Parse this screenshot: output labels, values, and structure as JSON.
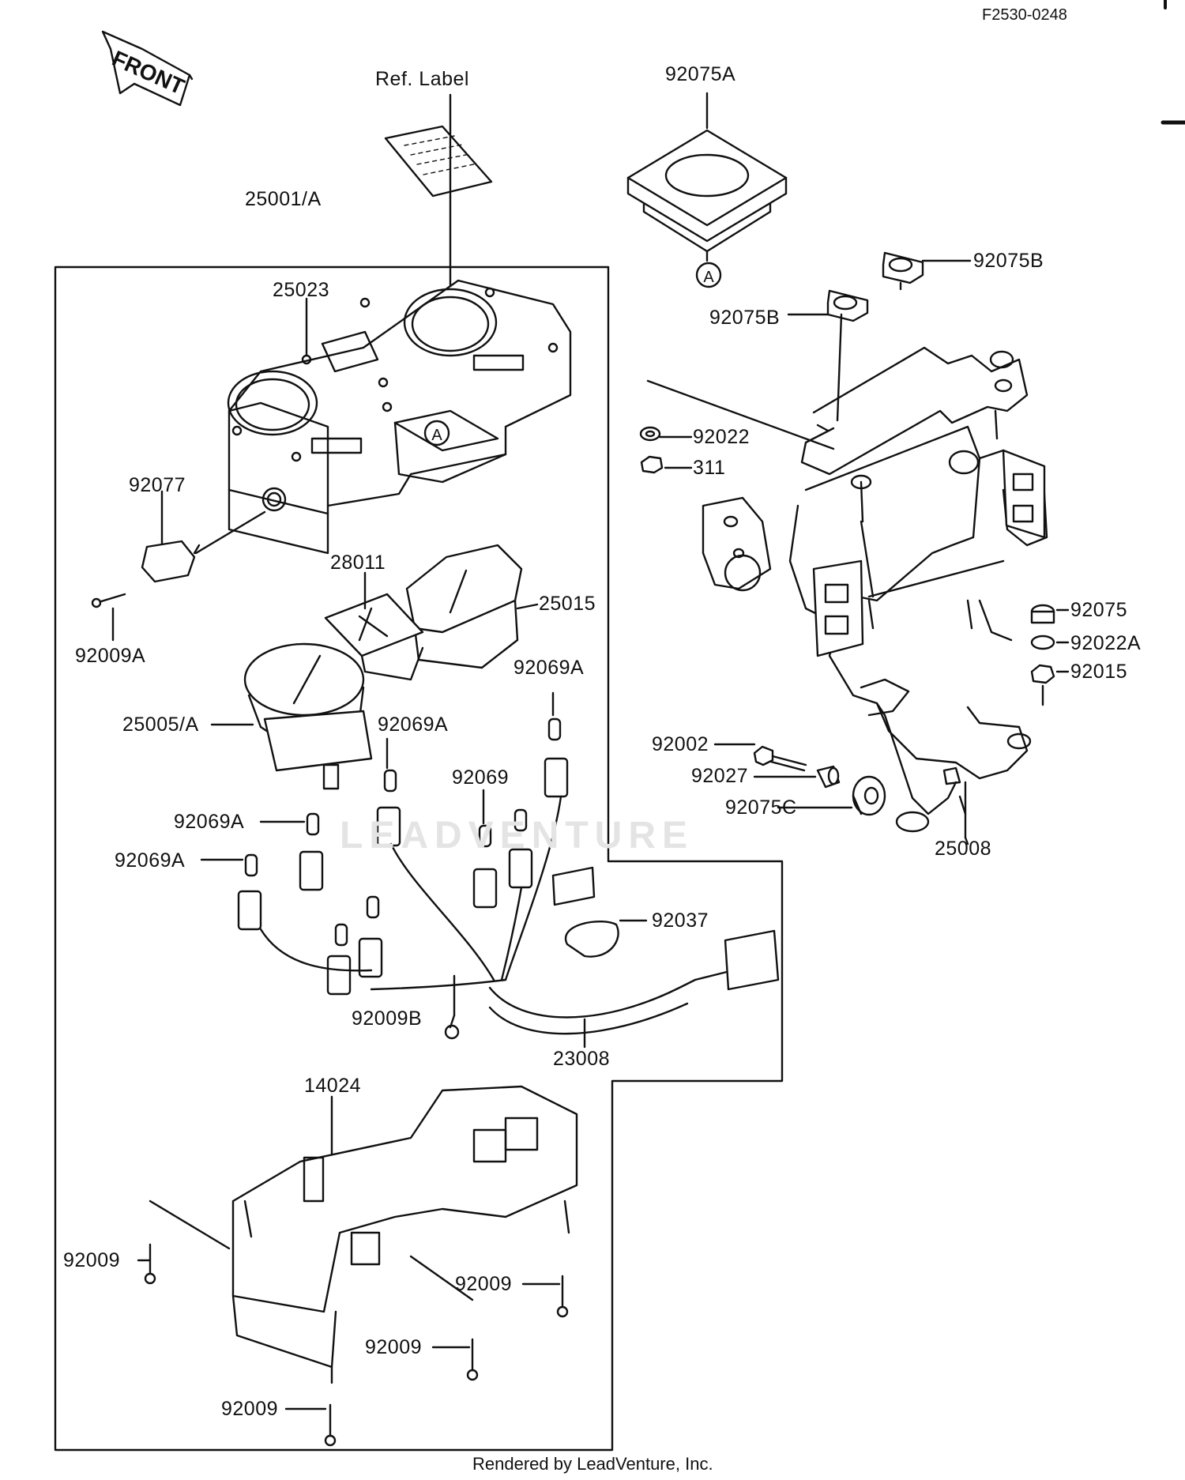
{
  "diagram_code": "F2530-0248",
  "front_label": "FRONT",
  "ref_label": "Ref. Label",
  "watermark": "LEADVENTURE",
  "footer": "Rendered by LeadVenture, Inc.",
  "callout_a": "A",
  "parts": {
    "p25001A": "25001/A",
    "p25023": "25023",
    "p92077": "92077",
    "p92009A": "92009A",
    "p28011": "28011",
    "p25015": "25015",
    "p92069A_1": "92069A",
    "p25005A": "25005/A",
    "p92069A_2": "92069A",
    "p92069": "92069",
    "p92069A_3": "92069A",
    "p92069A_4": "92069A",
    "p92037": "92037",
    "p92009B": "92009B",
    "p23008": "23008",
    "p14024": "14024",
    "p92009_1": "92009",
    "p92009_2": "92009",
    "p92009_3": "92009",
    "p92009_4": "92009",
    "p92075A": "92075A",
    "p92075B_1": "92075B",
    "p92075B_2": "92075B",
    "p92022": "92022",
    "p311": "311",
    "p92075": "92075",
    "p92022A": "92022A",
    "p92015": "92015",
    "p92002": "92002",
    "p92027": "92027",
    "p92075C": "92075C",
    "p25008": "25008"
  }
}
